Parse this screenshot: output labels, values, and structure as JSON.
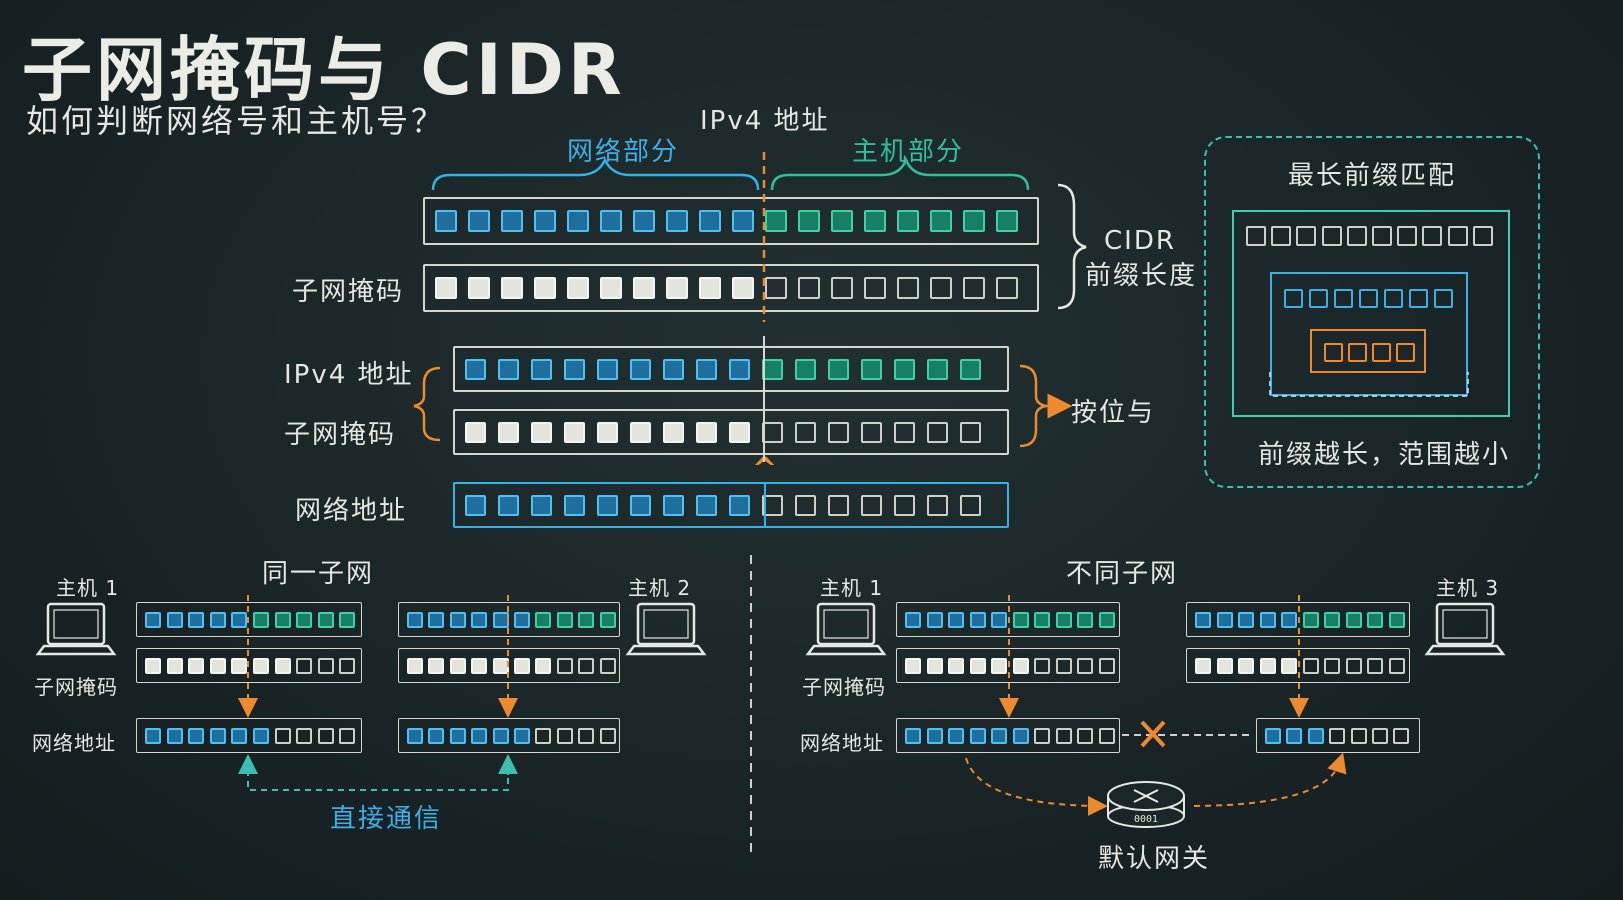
{
  "title": "子网掩码与 CIDR",
  "subtitle": "如何判断网络号和主机号？",
  "top": {
    "ipv4_label": "IPv4 地址",
    "network_part": "网络部分",
    "host_part": "主机部分",
    "cidr_label": "CIDR",
    "prefix_label": "前缀长度",
    "mask_label": "子网掩码"
  },
  "and_section": {
    "ipv4_label": "IPv4 地址",
    "mask_label": "子网掩码",
    "op_label": "按位与",
    "and_symbol": "^",
    "result_label": "网络地址"
  },
  "longest_prefix": {
    "title": "最长前缀匹配",
    "caption": "前缀越长，范围越小"
  },
  "same_subnet": {
    "title": "同一子网",
    "host_a": "主机 1",
    "host_b": "主机 2",
    "mask_label": "子网掩码",
    "net_label": "网络地址",
    "caption": "直接通信"
  },
  "diff_subnet": {
    "title": "不同子网",
    "host_a": "主机 1",
    "host_b": "主机 3",
    "mask_label": "子网掩码",
    "net_label": "网络地址",
    "gateway_label": "默认网关",
    "router_text": "0001"
  },
  "colors": {
    "network_blue": "#2fb3e8",
    "host_green": "#2fc09a",
    "mask_white": "#e4e4df",
    "accent_orange": "#ee8a2e",
    "panel_teal": "#3cbfb0"
  },
  "icons": [
    "laptop-icon",
    "router-icon",
    "cross-icon",
    "brace-icon"
  ]
}
